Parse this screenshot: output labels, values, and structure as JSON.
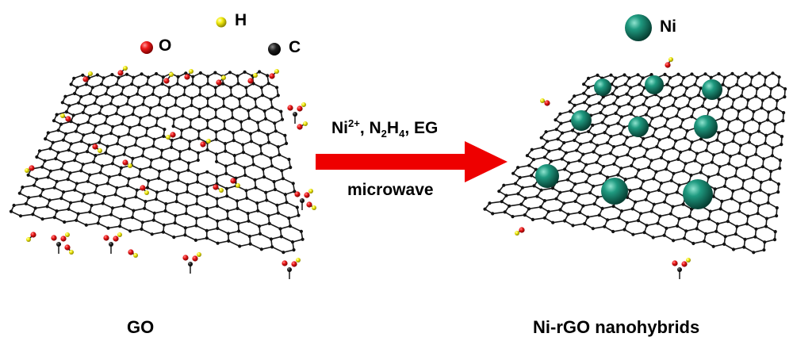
{
  "legend": {
    "oxygen": {
      "label": "O",
      "color": "#e01010"
    },
    "hydrogen": {
      "label": "H",
      "color": "#f2ee00"
    },
    "carbon": {
      "label": "C",
      "color": "#111111"
    },
    "nickel": {
      "label": "Ni",
      "color": "#0e6b58"
    }
  },
  "reaction": {
    "reagent_ni": "Ni",
    "reagent_ni_charge": "2+",
    "reagent_sep1": ", N",
    "reagent_n_sub": "2",
    "reagent_h": "H",
    "reagent_h_sub": "4",
    "reagent_sep2": ", EG",
    "condition": "microwave",
    "arrow_color": "#ee0000"
  },
  "panels": {
    "left_caption": "GO",
    "right_caption": "Ni-rGO nanohybrids"
  },
  "colors": {
    "bond": "#1a1a1a",
    "atom": "#111111"
  }
}
